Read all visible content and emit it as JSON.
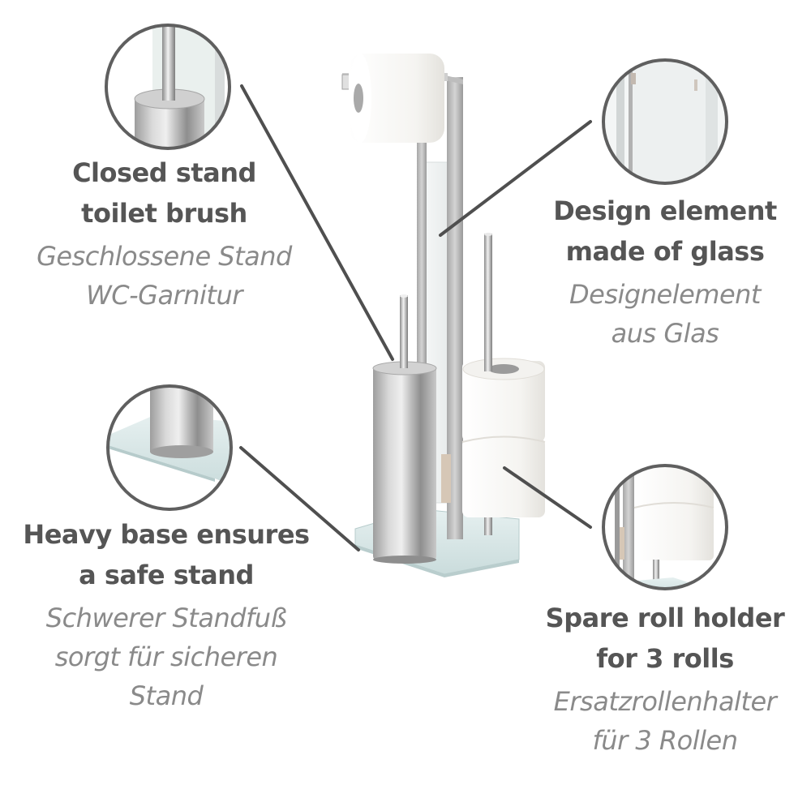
{
  "colors": {
    "background": "#ffffff",
    "heading_text": "#555555",
    "subtext": "#8a8a8a",
    "connector_line": "#4f4f4f",
    "circle_border": "#5f5f5f",
    "steel": "#c4c4c4",
    "glass_base": "#d6e6e6",
    "paper": "#f6f5f2"
  },
  "product": {
    "description": "Free-standing toilet paper holder with toilet brush and spare roll holder on glass base",
    "icon": "toilet-paper-stand"
  },
  "callouts": [
    {
      "id": "brush",
      "title_lines": [
        "Closed stand",
        "toilet brush"
      ],
      "subtitle_lines": [
        "Geschlossene Stand",
        "WC-Garnitur"
      ],
      "detail_icon": "toilet-brush-closeup"
    },
    {
      "id": "glass",
      "title_lines": [
        "Design element",
        "made of glass"
      ],
      "subtitle_lines": [
        "Designelement",
        "aus Glas"
      ],
      "detail_icon": "glass-panel-closeup"
    },
    {
      "id": "base",
      "title_lines": [
        "Heavy base ensures",
        "a safe stand"
      ],
      "subtitle_lines": [
        "Schwerer Standfuß",
        "sorgt für sicheren",
        "Stand"
      ],
      "detail_icon": "glass-base-closeup"
    },
    {
      "id": "spare",
      "title_lines": [
        "Spare roll holder",
        "for 3 rolls"
      ],
      "subtitle_lines": [
        "Ersatzrollenhalter",
        "für 3 Rollen"
      ],
      "detail_icon": "spare-roll-closeup"
    }
  ]
}
